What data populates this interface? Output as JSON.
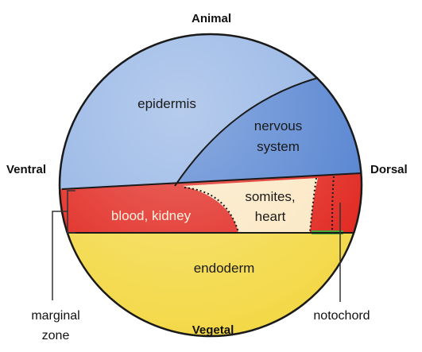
{
  "orientation": {
    "top": "Animal",
    "bottom": "Vegetal",
    "left": "Ventral",
    "right": "Dorsal"
  },
  "regions": {
    "epidermis": "epidermis",
    "nervous_line1": "nervous",
    "nervous_line2": "system",
    "blood_kidney": "blood, kidney",
    "somites_line1": "somites,",
    "somites_line2": "heart",
    "endoderm": "endoderm"
  },
  "annotations": {
    "marginal_line1": "marginal",
    "marginal_line2": "zone",
    "notochord": "notochord"
  },
  "colors": {
    "epidermis": "#8fb0e3",
    "nervous_system": "#4f7fcf",
    "mesoderm_red": "#e0221a",
    "somites": "#fbe7c2",
    "endoderm": "#f3d844",
    "notochord": "#3aa12a",
    "outline": "#1a1a1a"
  }
}
